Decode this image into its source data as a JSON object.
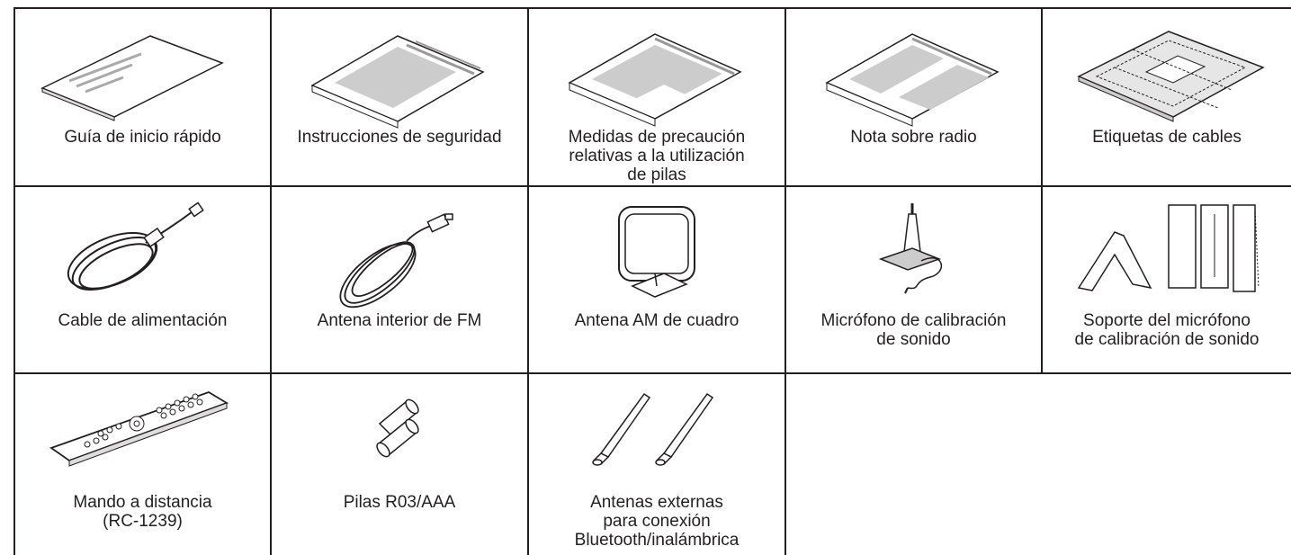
{
  "items": [
    {
      "label": "Guía de inicio rápido",
      "icon": "quick-start-guide-icon"
    },
    {
      "label": "Instrucciones de seguridad",
      "icon": "safety-instructions-icon"
    },
    {
      "label": "Medidas de precaución\nrelativas a la utilización\nde pilas",
      "icon": "battery-precautions-icon"
    },
    {
      "label": "Nota sobre radio",
      "icon": "radio-note-icon"
    },
    {
      "label": "Etiquetas de cables",
      "icon": "cable-labels-icon"
    },
    {
      "label": "Cable de alimentación",
      "icon": "power-cord-icon"
    },
    {
      "label": "Antena interior de FM",
      "icon": "fm-antenna-icon"
    },
    {
      "label": "Antena AM de cuadro",
      "icon": "am-loop-antenna-icon"
    },
    {
      "label": "Micrófono de calibración\nde sonido",
      "icon": "calibration-microphone-icon"
    },
    {
      "label": "Soporte del micrófono\nde calibración de sonido",
      "icon": "microphone-stand-icon"
    },
    {
      "label": "Mando a distancia\n(RC-1239)",
      "icon": "remote-control-icon"
    },
    {
      "label": "Pilas R03/AAA",
      "icon": "aaa-batteries-icon"
    },
    {
      "label": "Antenas externas\npara conexión\nBluetooth/inalámbrica",
      "icon": "external-antennas-icon"
    }
  ]
}
